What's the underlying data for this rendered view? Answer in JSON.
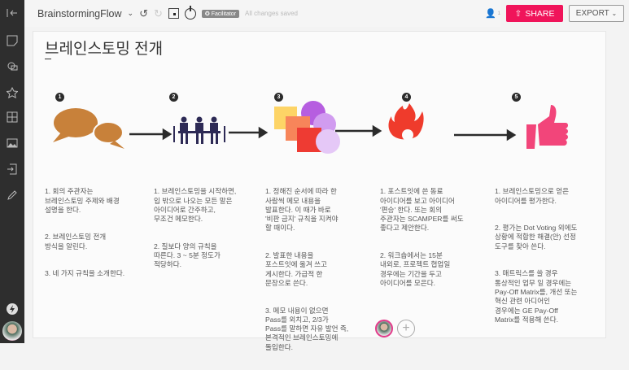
{
  "header": {
    "title": "BrainstormingFlow",
    "facilitator_label": "Facilitator",
    "save_status": "All changes saved",
    "user_count": "1",
    "share_label": "SHARE",
    "export_label": "EXPORT"
  },
  "sidebar": {
    "icons": [
      "exit-icon",
      "sticky-note-icon",
      "shapes-icon",
      "star-icon",
      "grid-icon",
      "image-icon",
      "import-icon",
      "pen-icon",
      "lightning-icon"
    ]
  },
  "board": {
    "title": "브레인스토밍 전개",
    "steps": [
      {
        "number": "1",
        "icon": "speech-bubbles-icon",
        "color": "#c8813a",
        "items": [
          "1. 회의 주관자는\n브레인스토밍 주제와 배경\n설명을 한다.",
          "2. 브레인스토밍 전개\n방식을 알린다.",
          "3. 네 가지 규칙을 소개한다."
        ]
      },
      {
        "number": "2",
        "icon": "meeting-icon",
        "color": "#2d2a55",
        "items": [
          "1. 브레인스토밍을 시작하면,\n입 밖으로 나오는 모든 말은\n아이디어로 간주하고,\n무조건 메모한다.",
          "2. 질보다 양의 규칙을\n따른다. 3 ~ 5분 정도가\n적당하다."
        ]
      },
      {
        "number": "3",
        "icon": "shapes-collage-icon",
        "color": "#f04030",
        "items": [
          "1. 정해진 순서에 따라 한\n사람씩 메모 내용을\n발표한다. 이 때가 바로\n'비판 금지' 규칙을 지켜야\n할 때이다.",
          "2. 발표한 내용을\n포스트잇에 옮겨 쓰고\n게시한다. 가급적 한\n문장으로 쓴다.",
          "3. 메모 내용이 없으면\nPass를 외치고, 2/3가\nPass를 말하면 자유 발언 즉,\n본격적인 브레인스토밍에\n돌입한다."
        ]
      },
      {
        "number": "4",
        "icon": "fire-icon",
        "color": "#ef3b2c",
        "items": [
          "1. 포스트잇에 쓴 동료\n아이디어를 보고 아이디어\n'편승' 한다. 또는 회의\n주관자는 SCAMPER를 써도\n좋다고 제안한다.",
          "2. 워크숍에서는 15분\n내외로, 프로젝트 협업일\n경우에는 기간을 두고\n아이디어를 모은다."
        ]
      },
      {
        "number": "5",
        "icon": "thumbs-up-icon",
        "color": "#f2457a",
        "items": [
          "1. 브레인스토밍으로 얻은\n아이디어를 평가한다.",
          "2. 평가는 Dot Voting 외에도\n상황에 적합한 해결(안) 선정\n도구를 찾아 쓴다.",
          "3. 매트릭스를 쓸 경우\n통상적인 업무 일 경우에는\nPay-Off Matrix를, 개선 또는\n혁신 관련 아디어인\n경우에는 GE Pay-Off\nMatrix를 적용해 쓴다."
        ]
      }
    ]
  },
  "colors": {
    "accent": "#f0145a",
    "sidebar": "#2e2e2e"
  }
}
